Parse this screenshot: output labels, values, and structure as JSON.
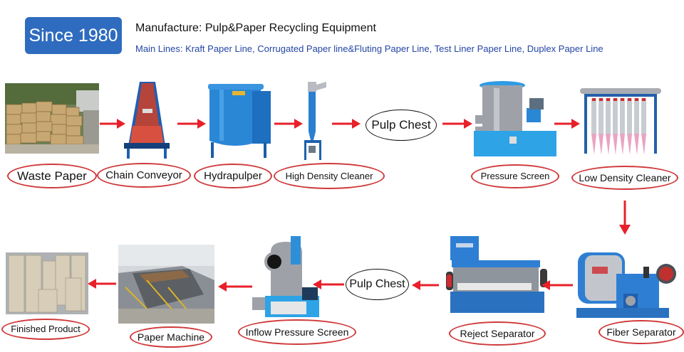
{
  "header": {
    "badge": "Since 1980",
    "title": "Manufacture: Pulp&Paper Recycling Equipment",
    "subtitle": "Main Lines: Kraft Paper Line, Corrugated Paper line&Fluting Paper Line, Test Liner Paper Line, Duplex Paper Line"
  },
  "colors": {
    "badge": "#2f6cbf",
    "subtitle": "#2446a6",
    "arrow": "#e8202a",
    "label_border": "#d0393a",
    "machine_blue": "#2f86d6"
  },
  "flow": {
    "row1": [
      {
        "label": "Waste Paper",
        "icon": "waste-paper-bales-photo"
      },
      {
        "label": "Chain Conveyor",
        "icon": "chain-conveyor-machine"
      },
      {
        "label": "Hydrapulper",
        "icon": "hydrapulper-machine"
      },
      {
        "label": "High Density Cleaner",
        "icon": "high-density-cleaner-machine"
      },
      {
        "label": "Pulp Chest",
        "icon": "pulp-chest-node"
      },
      {
        "label": "Pressure Screen",
        "icon": "pressure-screen-machine"
      },
      {
        "label": "Low Density Cleaner",
        "icon": "low-density-cleaner-machine"
      }
    ],
    "row2": [
      {
        "label": "Fiber Separator",
        "icon": "fiber-separator-machine"
      },
      {
        "label": "Reject Separator",
        "icon": "reject-separator-machine"
      },
      {
        "label": "Pulp Chest",
        "icon": "pulp-chest-node"
      },
      {
        "label": "Inflow Pressure Screen",
        "icon": "inflow-pressure-screen-machine"
      },
      {
        "label": "Paper Machine",
        "icon": "paper-machine-photo"
      },
      {
        "label": "Finished Product",
        "icon": "finished-product-rolls-photo"
      }
    ]
  }
}
